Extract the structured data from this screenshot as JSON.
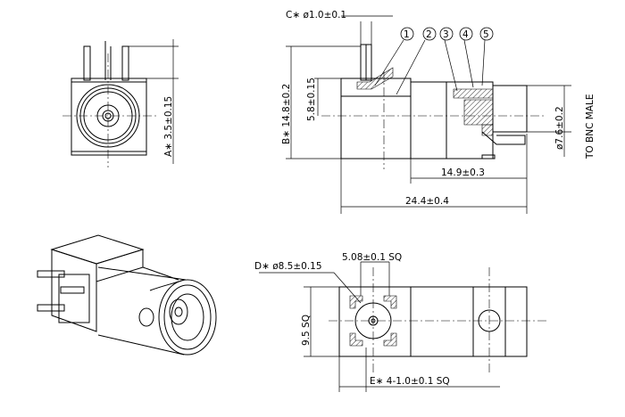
{
  "dimensions": {
    "c_pin": "C∗ ø1.0±0.1",
    "a_height": "A∗ 3.5±0.15",
    "b_height": "B∗ 14.8±0.2",
    "center_height": "5.8±0.15",
    "bnc_diameter": "ø7.6±0.2",
    "bnc_male": "TO BNC MALE",
    "length_short": "14.9±0.3",
    "length_total": "24.4±0.4",
    "pcb_pitch": "5.08±0.1 SQ",
    "d_circle": "D∗ ø8.5±0.15",
    "body_sq": "9.5 SQ",
    "e_holes": "E∗ 4-1.0±0.1 SQ"
  },
  "callouts": [
    "1",
    "2",
    "3",
    "4",
    "5"
  ]
}
